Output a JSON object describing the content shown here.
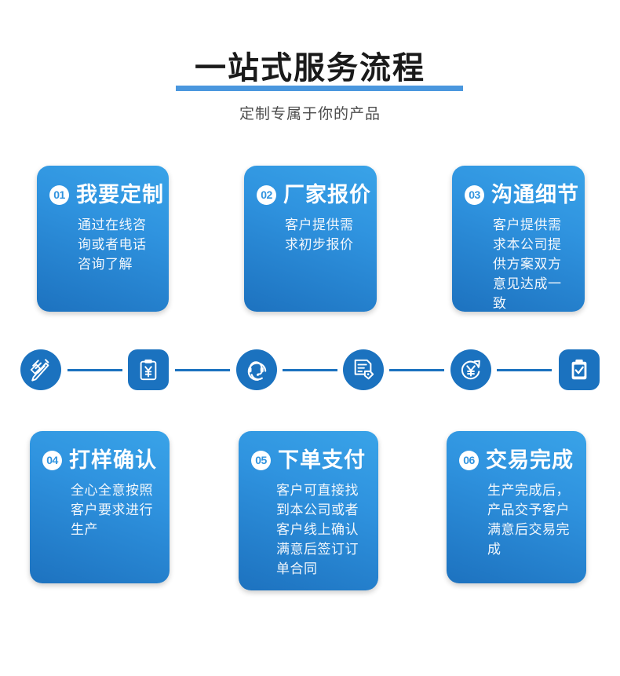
{
  "header": {
    "title": "一站式服务流程",
    "subtitle": "定制专属于你的产品",
    "accent_color": "#4a97de",
    "title_color": "#1a1a1a",
    "subtitle_color": "#4c4c4c"
  },
  "theme": {
    "card_gradient_from": "#39a3e8",
    "card_gradient_to": "#1d72bf",
    "icon_color": "#1b72bf",
    "background": "#ffffff"
  },
  "steps": [
    {
      "number": "01",
      "title": "我要定制",
      "body": "通过在线咨询或者电话咨询了解"
    },
    {
      "number": "02",
      "title": "厂家报价",
      "body": "客户提供需求初步报价"
    },
    {
      "number": "03",
      "title": "沟通细节",
      "body": "客户提供需求本公司提供方案双方意见达成一致"
    },
    {
      "number": "04",
      "title": "打样确认",
      "body": "全心全意按照客户要求进行生产"
    },
    {
      "number": "05",
      "title": "下单支付",
      "body": "客户可直接找到本公司或者客户线上确认满意后签订订单合同"
    },
    {
      "number": "06",
      "title": "交易完成",
      "body": "生产完成后，产品交予客户满意后交易完成"
    }
  ],
  "icon_strip": {
    "icons": [
      {
        "name": "design-pen-icon",
        "shape": "round"
      },
      {
        "name": "clipboard-yuan-icon",
        "shape": "rounded"
      },
      {
        "name": "headset-support-icon",
        "shape": "round"
      },
      {
        "name": "document-tag-icon",
        "shape": "round"
      },
      {
        "name": "yuan-refresh-icon",
        "shape": "round"
      },
      {
        "name": "clipboard-check-icon",
        "shape": "rounded"
      }
    ]
  }
}
